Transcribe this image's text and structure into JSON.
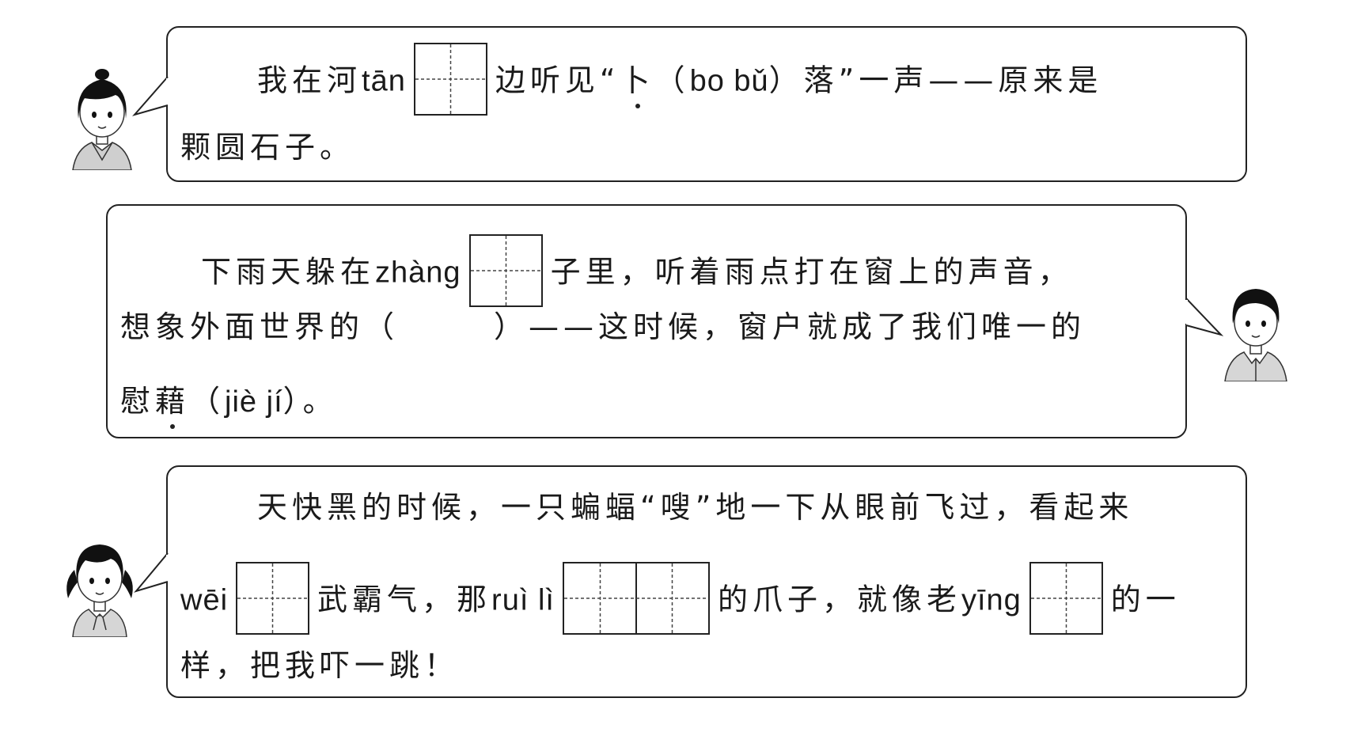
{
  "bubbles": [
    {
      "line1": {
        "a": "我在河",
        "pinyin1": "tān",
        "b": "边听见“",
        "dotted_char": "卜",
        "c": "（",
        "pinyin2": "bo bǔ",
        "d": "）落”一声——原来是"
      },
      "line2": "颗圆石子。"
    },
    {
      "line1": {
        "a": "下雨天躲在",
        "pinyin1": "zhàng",
        "b": "子里，听着雨点打在窗上的声音，"
      },
      "line2": {
        "a": "想象外面世界的（",
        "b": "）——这时候，窗户就成了我们唯一的"
      },
      "line3": {
        "a": "慰",
        "dotted_char": "藉",
        "b": "（",
        "pinyin": "jiè jí",
        "c": "）。"
      }
    },
    {
      "line1": "天快黑的时候，一只蝙蝠“嗖”地一下从眼前飞过，看起来",
      "line2": {
        "pinyin1": "wēi",
        "a": "武霸气，那",
        "pinyin2": "ruì lì",
        "b": "的爪子，就像老",
        "pinyin3": "yīng",
        "c": "的一"
      },
      "line3": "样，把我吓一跳！"
    }
  ],
  "icons": [
    "girl-short-hair-avatar",
    "boy-avatar",
    "girl-pigtails-avatar"
  ]
}
